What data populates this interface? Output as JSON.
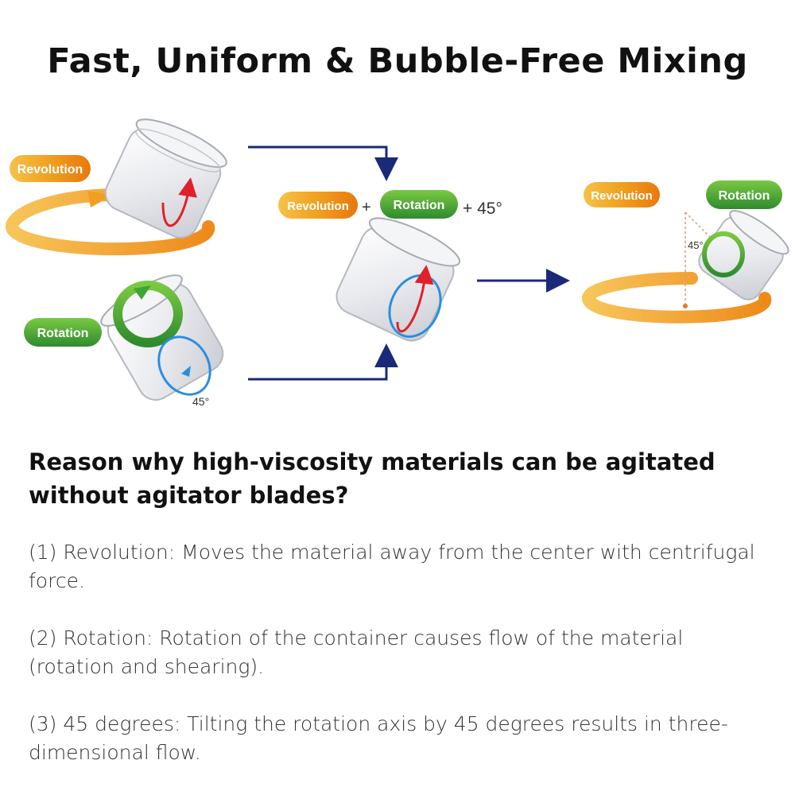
{
  "title": "Fast, Uniform & Bubble-Free Mixing",
  "diagram": {
    "revolution_label": "Revolution",
    "rotation_label": "Rotation",
    "plus_sign": "+",
    "plus_angle": "+ 45°",
    "angle_label": "45°",
    "colors": {
      "revolution_pill": "#f0a020",
      "rotation_pill": "#3fa535",
      "arrow_navy": "#1a2a78",
      "ring_orange": "#f0a030",
      "red_arrow": "#e0202a",
      "blue_arrow": "#2a8ee0",
      "green_arrow": "#3fa535"
    },
    "icons": [
      "cylindrical-container-icon",
      "curved-arrow-icon",
      "flow-arrow-icon"
    ]
  },
  "explanation": {
    "heading": "Reason why high-viscosity materials can be agitated without agitator blades?",
    "points": [
      "(1) Revolution: Moves the material away from the center with centrifugal force.",
      "(2) Rotation: Rotation of the container causes flow of the material (rotation and shearing).",
      "(3) 45 degrees: Tilting the rotation axis by 45 degrees results in three-dimensional flow."
    ]
  }
}
